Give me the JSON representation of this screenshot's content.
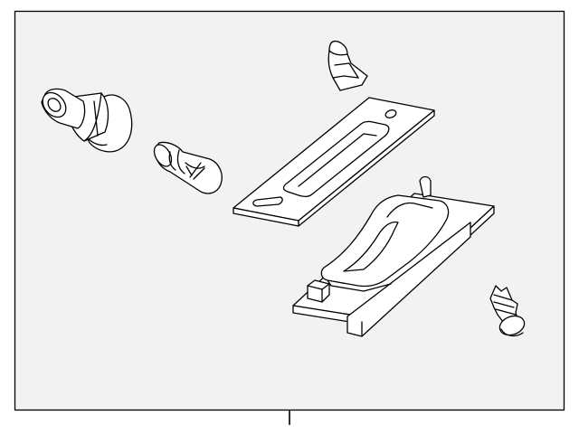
{
  "diagram": {
    "background_color": "#f2f2f2",
    "frame_color": "#000000",
    "parts": [
      {
        "id": "socket",
        "icon": "bulb-socket-icon"
      },
      {
        "id": "bulb",
        "icon": "wedge-bulb-icon"
      },
      {
        "id": "connector",
        "icon": "small-connector-icon"
      },
      {
        "id": "lens-gasket",
        "icon": "lens-gasket-icon"
      },
      {
        "id": "lamp-housing",
        "icon": "license-lamp-housing-icon"
      },
      {
        "id": "screw",
        "icon": "tapping-screw-icon"
      }
    ]
  }
}
